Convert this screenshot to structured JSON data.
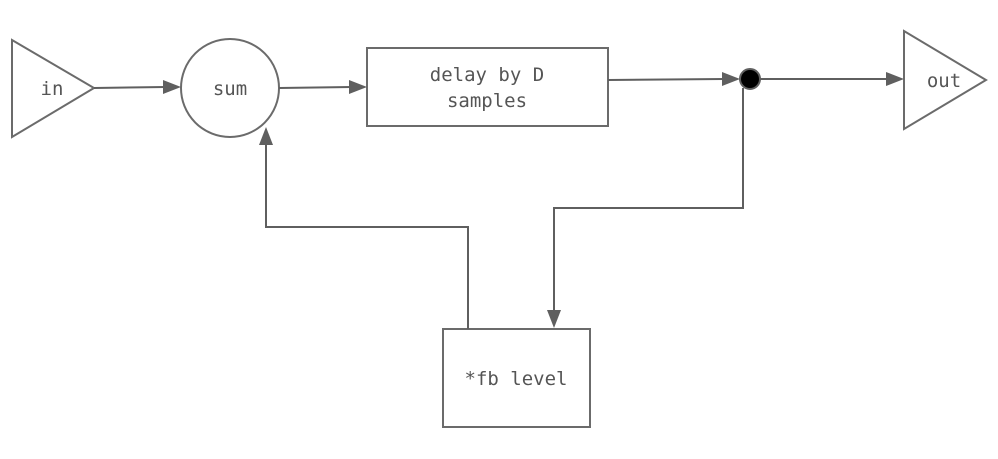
{
  "nodes": {
    "in": {
      "label": "in"
    },
    "sum": {
      "label": "sum"
    },
    "delay": {
      "label_line1": "delay by D",
      "label_line2": "samples"
    },
    "out": {
      "label": "out"
    },
    "feedback": {
      "label": "*fb level"
    }
  },
  "colors": {
    "stroke": "#6b6b6b",
    "line": "#5f5f5f",
    "text": "#555555",
    "junction": "#000000"
  }
}
